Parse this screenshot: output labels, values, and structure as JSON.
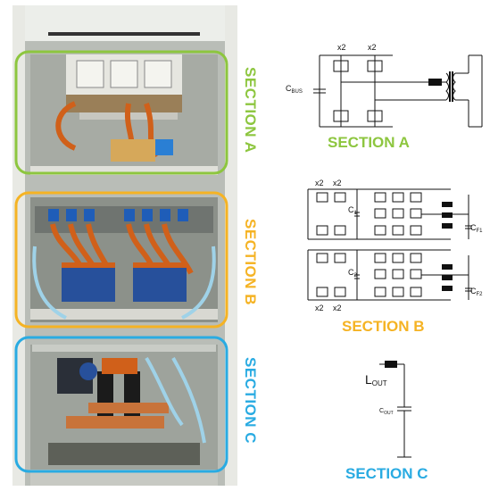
{
  "colors": {
    "section_a": "#8dc63f",
    "section_b": "#f5b324",
    "section_c": "#29abe2",
    "cabinet": "#d9dbd6",
    "copper": "#d0601a",
    "transformer": "#27509b"
  },
  "photo": {
    "section_a_label": "SECTION A",
    "section_b_label": "SECTION B",
    "section_c_label": "SECTION C"
  },
  "schematic_a": {
    "title": "SECTION A",
    "mult_1": "x2",
    "mult_2": "x2",
    "cbus_label": "C",
    "cbus_sub": "BUS"
  },
  "schematic_b": {
    "title": "SECTION B",
    "mult_top_1": "x2",
    "mult_top_2": "x2",
    "mult_bot_1": "x2",
    "mult_bot_2": "x2",
    "c1_label": "C",
    "c1_sub": "1",
    "c2_label": "C",
    "c2_sub": "2",
    "cf1_label": "C",
    "cf1_sub": "F1",
    "cf2_label": "C",
    "cf2_sub": "F2"
  },
  "schematic_c": {
    "title": "SECTION C",
    "lout_label": "L",
    "lout_sub": "OUT",
    "cout_label": "C",
    "cout_sub": "OUT"
  }
}
